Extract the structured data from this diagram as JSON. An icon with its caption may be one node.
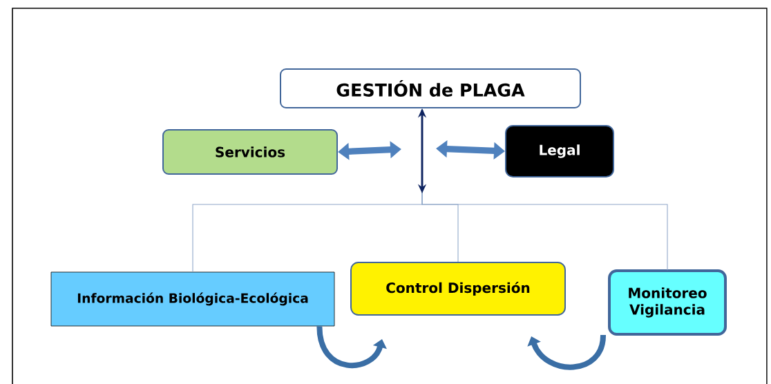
{
  "diagram": {
    "nodes": [
      {
        "text": [
          "GESTIÓN de PLAGA"
        ]
      },
      {
        "text": [
          "Servicios"
        ]
      },
      {
        "text": [
          "Legal"
        ]
      },
      {
        "text": [
          "Información Biológica-Ecológica"
        ]
      },
      {
        "text": [
          "Control Dispersión"
        ]
      },
      {
        "text": [
          "Monitoreo Vigilancia"
        ]
      }
    ],
    "edges": [
      {
        "from": 3,
        "to": 0,
        "arrow": "to"
      },
      {
        "from": 4,
        "to": 0,
        "arrow": "to"
      },
      {
        "from": 5,
        "to": 0,
        "arrow": "to"
      },
      {
        "from": 1,
        "to": null,
        "arrow": "both"
      },
      {
        "from": 2,
        "to": null,
        "arrow": "both"
      },
      {
        "from": 3,
        "to": 4,
        "arrow": "to"
      },
      {
        "from": 5,
        "to": 4,
        "arrow": "to"
      }
    ]
  }
}
